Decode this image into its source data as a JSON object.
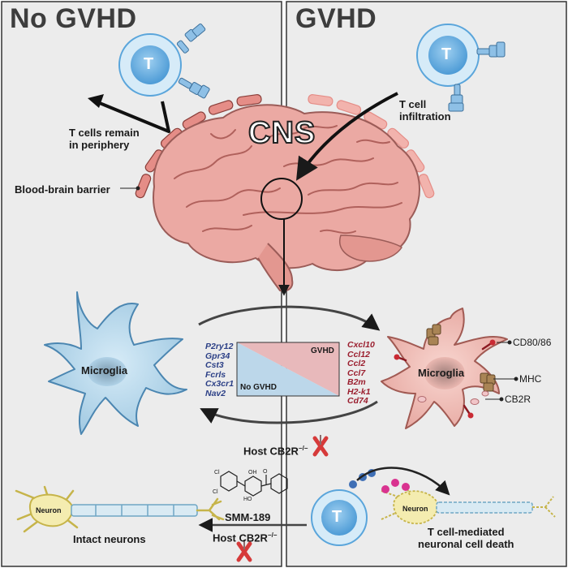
{
  "panels": {
    "left_title": "No GVHD",
    "right_title": "GVHD"
  },
  "cns_label": "CNS",
  "t_cell_label": "T",
  "labels": {
    "t_cells_remain": "T cells remain\nin periphery",
    "bbb": "Blood-brain barrier",
    "t_cell_infiltration": "T cell\ninfiltration",
    "microglia_left": "Microglia",
    "microglia_right": "Microglia",
    "cd80_86": "CD80/86",
    "mhc": "MHC",
    "cb2r": "CB2R",
    "host_cb2r_top": "Host CB2R",
    "host_cb2r_bottom": "Host CB2R",
    "superscript": "−/−",
    "smm": "SMM-189",
    "neuron_left": "Neuron",
    "neuron_right": "Neuron",
    "intact_neurons": "Intact neurons",
    "cell_death": "T cell-mediated\nneuronal cell death"
  },
  "gene_chart": {
    "gvhd_label": "GVHD",
    "no_gvhd_label": "No GVHD",
    "no_gvhd_genes": [
      "P2ry12",
      "Gpr34",
      "Cst3",
      "Fcrls",
      "Cx3cr1",
      "Nav2"
    ],
    "gvhd_genes": [
      "Cxcl10",
      "Ccl12",
      "Ccl2",
      "Ccl7",
      "B2m",
      "H2-k1",
      "Cd74"
    ]
  },
  "colors": {
    "brain": "#e9a7a2",
    "brain_dark": "#b76e6a",
    "microglia_blue": "#aacfe6",
    "microglia_red": "#f0bdb6",
    "t_cell": "#5aa5db",
    "gene_blue": "#2b3f86",
    "gene_red": "#9b1f2f",
    "gvhd_fill": "#e8b9bb",
    "nogvhd_fill": "#bcd7ea"
  }
}
